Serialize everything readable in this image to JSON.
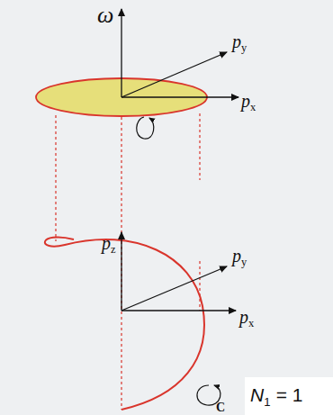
{
  "diagram": {
    "labels": [
      "ω",
      "p",
      "y",
      "p",
      "x",
      "p",
      "z",
      "p",
      "y",
      "p",
      "x",
      "C",
      "N",
      "1",
      "= 1"
    ]
  }
}
